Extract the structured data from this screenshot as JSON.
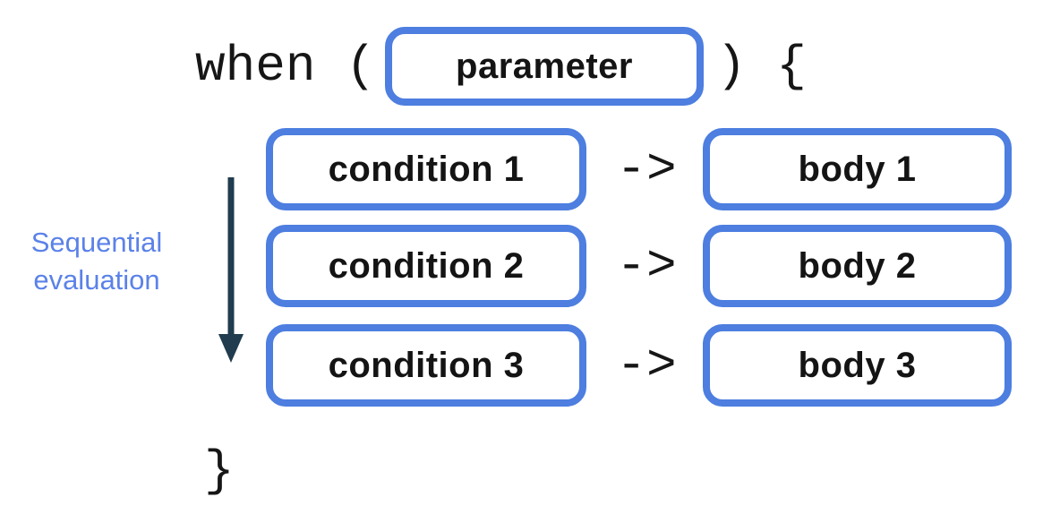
{
  "colors": {
    "accent_blue": "#4d7ee0",
    "annotation_blue": "#5b82e8",
    "arrow_dark": "#203c4e",
    "code_text": "#161616"
  },
  "code": {
    "when_open": "when (",
    "paren_brace_close": ") {",
    "brace_close": "}"
  },
  "parameter_box": {
    "label": "parameter"
  },
  "rows": [
    {
      "condition": "condition 1",
      "arrow": "->",
      "body": "body 1"
    },
    {
      "condition": "condition 2",
      "arrow": "->",
      "body": "body 2"
    },
    {
      "condition": "condition 3",
      "arrow": "->",
      "body": "body 3"
    }
  ],
  "annotation": {
    "label": "Sequential evaluation"
  }
}
